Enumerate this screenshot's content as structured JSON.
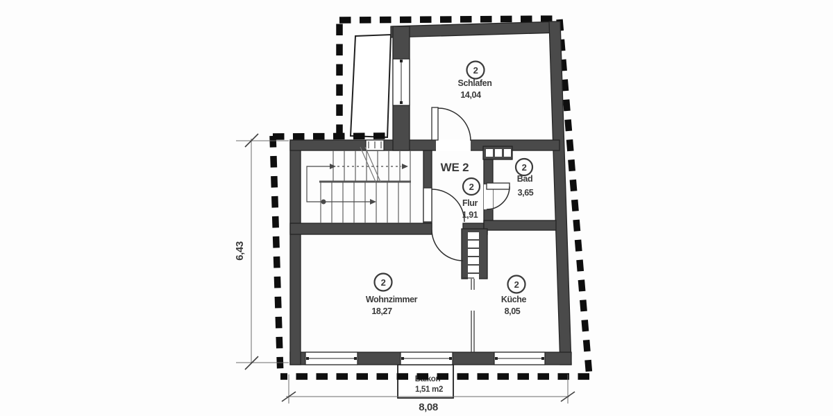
{
  "plan": {
    "unit_label": "WE 2",
    "rooms": [
      {
        "number": "2",
        "name": "Schlafen",
        "area": "14,04"
      },
      {
        "number": "2",
        "name": "Bad",
        "area": "3,65"
      },
      {
        "number": "2",
        "name": "Flur",
        "area": "1,91"
      },
      {
        "number": "2",
        "name": "Wohnzimmer",
        "area": "18,27"
      },
      {
        "number": "2",
        "name": "Küche",
        "area": "8,05"
      }
    ],
    "balcony": {
      "name": "Balkon",
      "area": "1,51 m2"
    },
    "dimensions": {
      "total_width_m": "8,08",
      "total_height_m": "6,43"
    },
    "colors": {
      "wall": "#4a4a4a",
      "wall_outline": "#242424",
      "boundary": "#0e0e0e",
      "text": "#3a3a3a",
      "background": "#fdfdfd"
    }
  }
}
